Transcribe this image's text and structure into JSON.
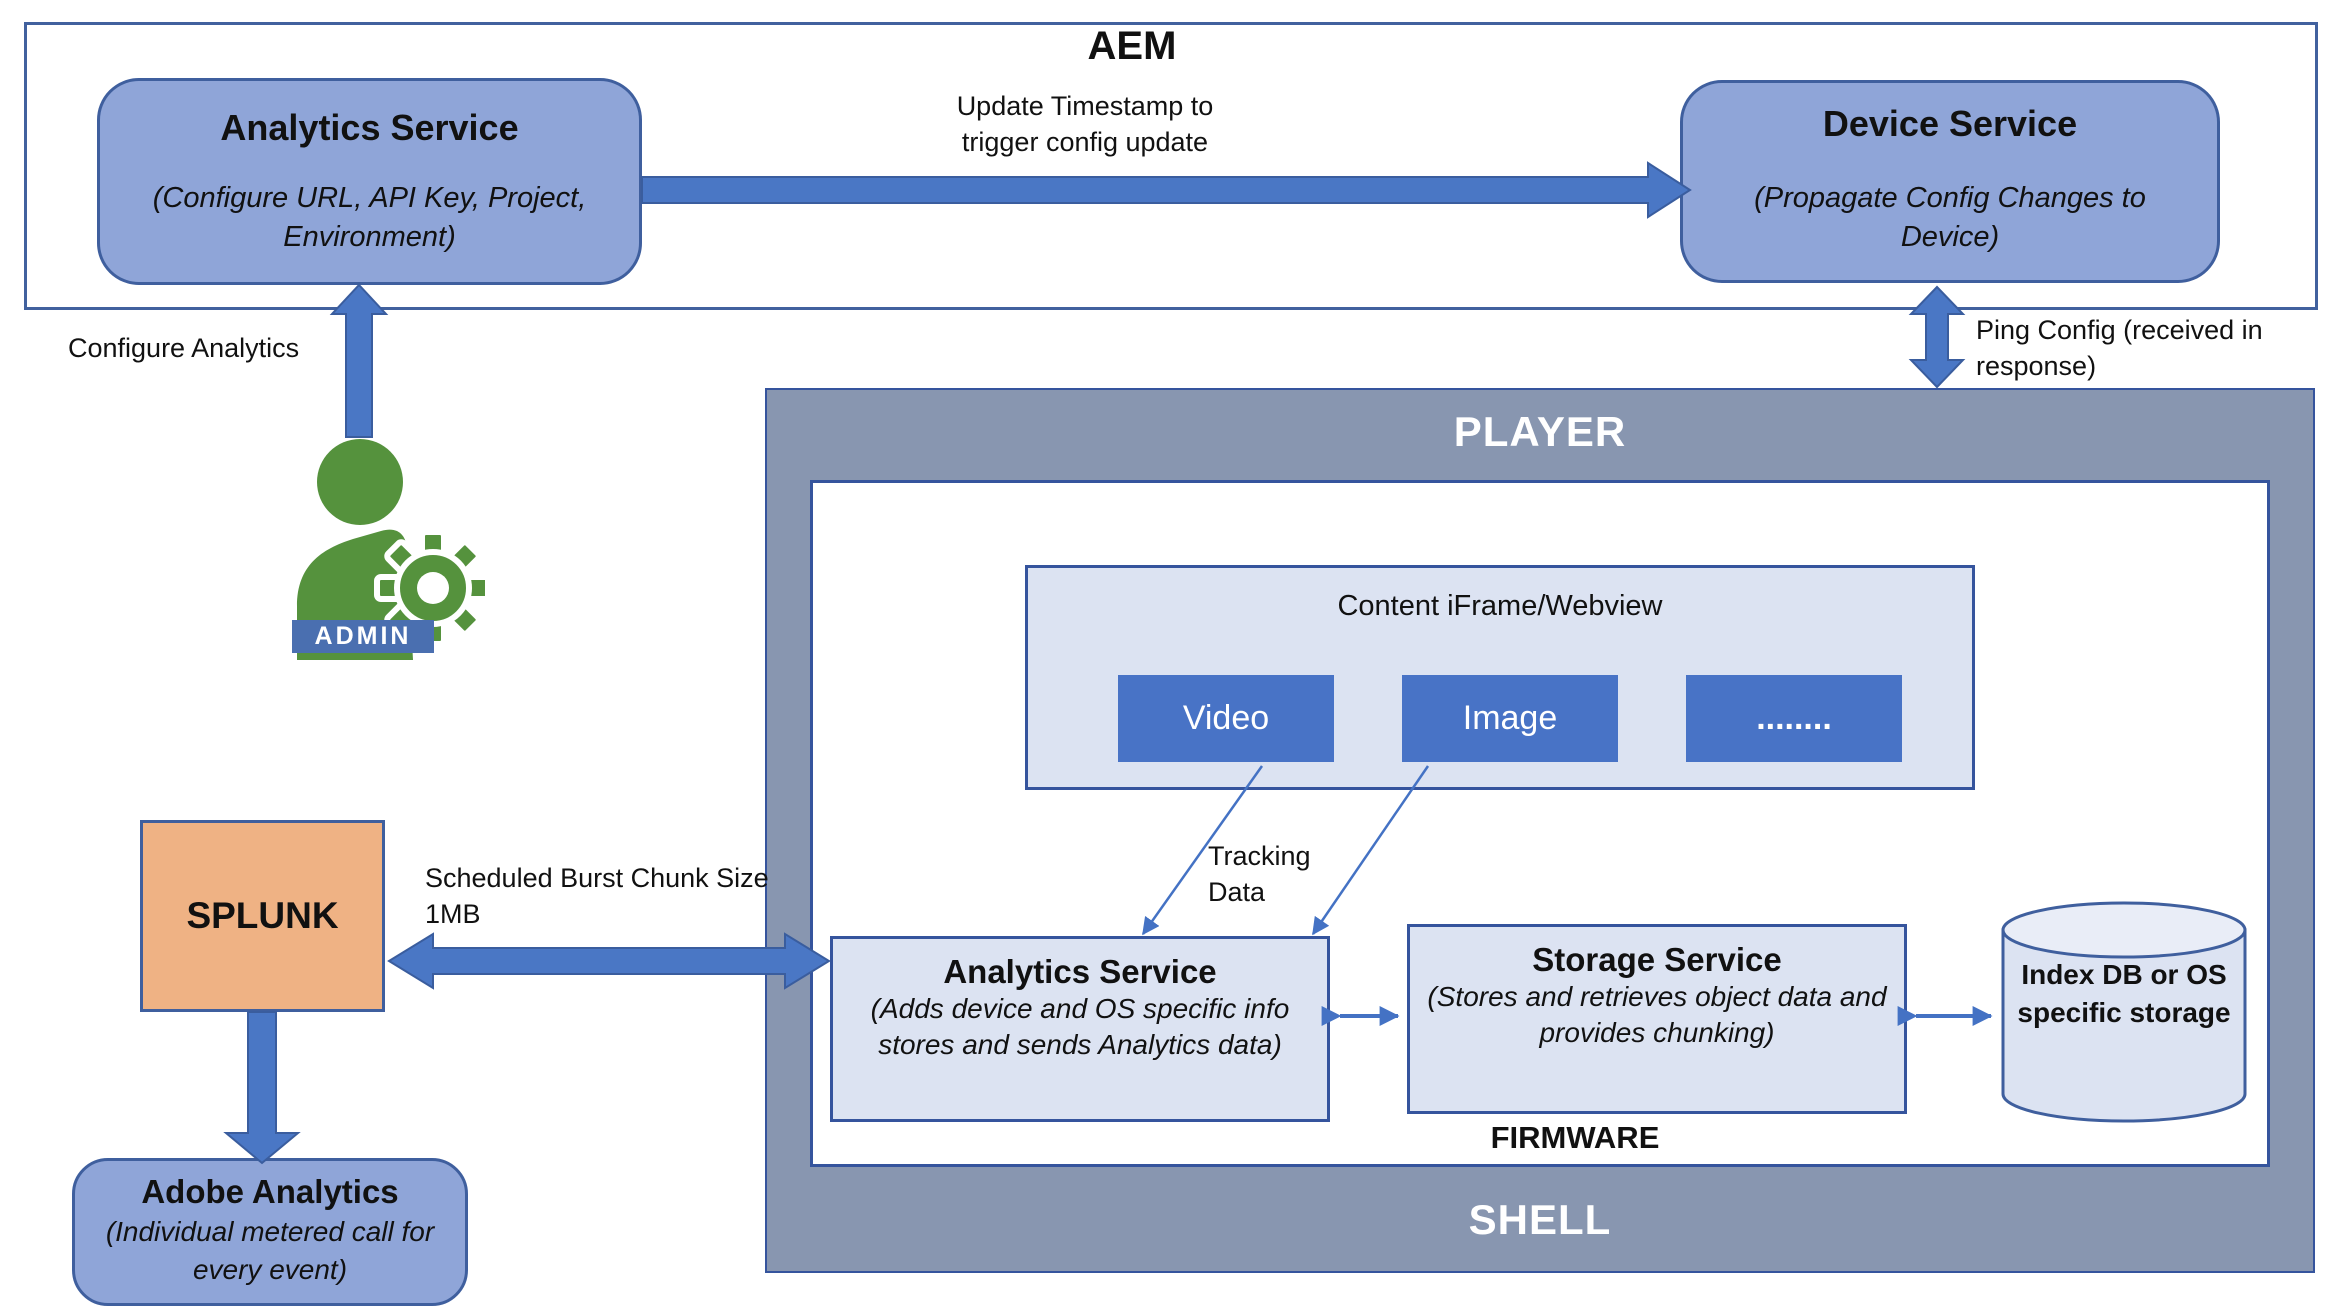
{
  "palette": {
    "medium_blue": "#8fa5d8",
    "light_blue": "#dce3f2",
    "dark_button_blue": "#4873c6",
    "gray_shell": "#8896b0",
    "orange": "#efb284",
    "arrow_blue": "#4a77c5",
    "border_navy": "#35549d",
    "admin_green": "#55923d",
    "admin_bar_blue": "#4a6fb0"
  },
  "aem": {
    "title": "AEM",
    "analytics_service": {
      "title": "Analytics Service",
      "subtitle": "(Configure URL, API Key, Project, Environment)"
    },
    "device_service": {
      "title": "Device Service",
      "subtitle": "(Propagate Config Changes to Device)"
    },
    "update_arrow_label": "Update Timestamp to trigger config update"
  },
  "labels": {
    "configure_analytics": "Configure Analytics",
    "ping_config": "Ping Config (received in response)",
    "scheduled_burst": "Scheduled Burst Chunk Size 1MB",
    "tracking_data": "Tracking Data"
  },
  "admin": {
    "label": "ADMIN"
  },
  "player": {
    "title": "PLAYER",
    "shell_label": "SHELL",
    "firmware_label": "FIRMWARE",
    "content": {
      "title": "Content iFrame/Webview",
      "items": [
        "Video",
        "Image",
        "........"
      ]
    },
    "analytics_service": {
      "title": "Analytics Service",
      "subtitle": "(Adds device and OS specific info stores and sends Analytics data)"
    },
    "storage_service": {
      "title": "Storage Service",
      "subtitle": "(Stores and retrieves object data and provides chunking)"
    },
    "index_db": {
      "label": "Index DB or OS specific storage"
    }
  },
  "splunk": {
    "title": "SPLUNK"
  },
  "adobe": {
    "title": "Adobe Analytics",
    "subtitle": "(Individual metered call for every event)"
  }
}
